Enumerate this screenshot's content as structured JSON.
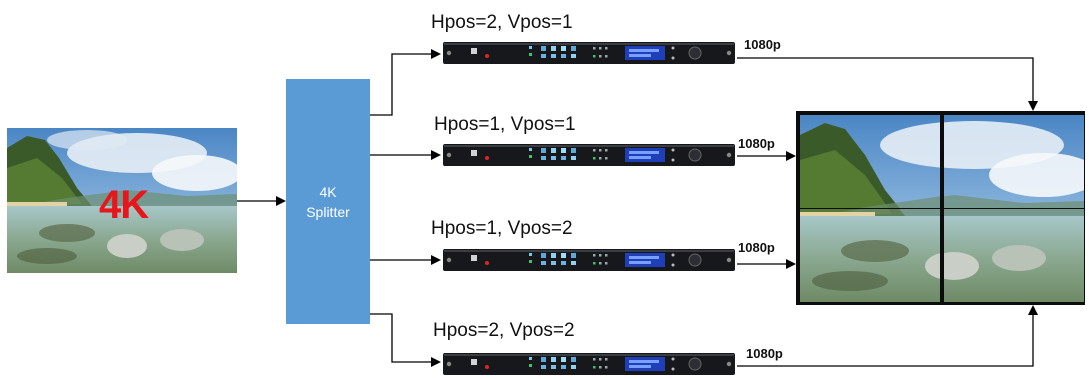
{
  "source": {
    "label": "4K"
  },
  "splitter": {
    "line1": "4K",
    "line2": "Splitter"
  },
  "units": [
    {
      "label": "Hpos=2, Vpos=1",
      "resolution": "1080p"
    },
    {
      "label": "Hpos=1, Vpos=1",
      "resolution": "1080p"
    },
    {
      "label": "Hpos=1, Vpos=2",
      "resolution": "1080p"
    },
    {
      "label": "Hpos=2, Vpos=2",
      "resolution": "1080p"
    }
  ],
  "colors": {
    "splitter": "#5b9bd5",
    "source_label": "#e8161b",
    "device_body": "#16181b",
    "device_display": "#1f3fb8",
    "wall_frame": "#0c0c0c"
  }
}
